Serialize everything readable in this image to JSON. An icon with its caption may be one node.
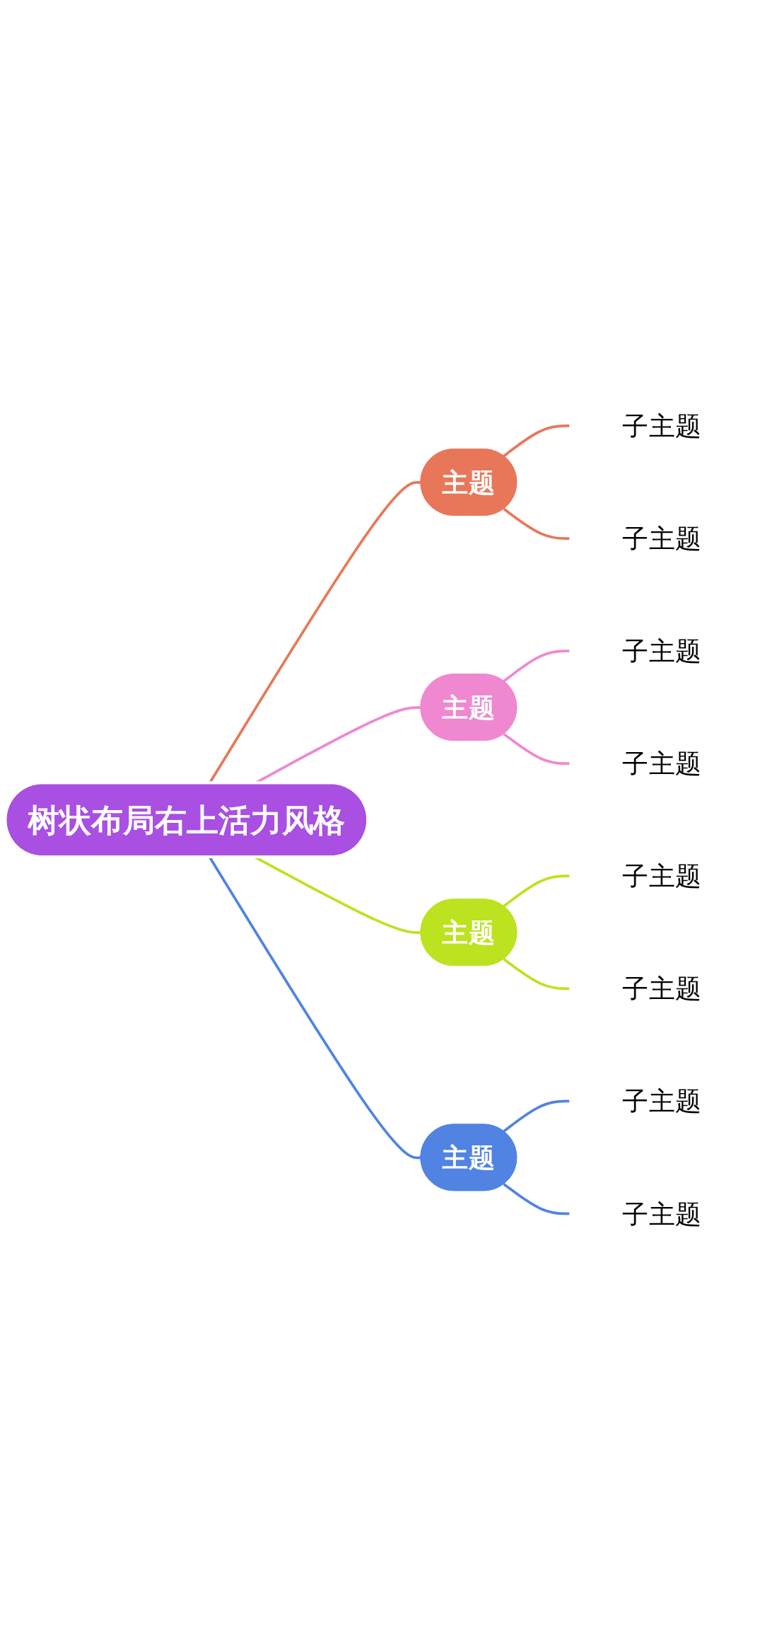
{
  "diagram": {
    "nodes": [
      {
        "text": [
          "子主题"
        ]
      },
      {
        "text": [
          "子主题"
        ]
      },
      {
        "text": [
          "主题"
        ]
      },
      {
        "text": [
          "子主题"
        ]
      },
      {
        "text": [
          "子主题"
        ]
      },
      {
        "text": [
          "主题"
        ]
      },
      {
        "text": [
          "子主题"
        ]
      },
      {
        "text": [
          "子主题"
        ]
      },
      {
        "text": [
          "主题"
        ]
      },
      {
        "text": [
          "子主题"
        ]
      },
      {
        "text": [
          "子主题"
        ]
      },
      {
        "text": [
          "主题"
        ]
      },
      {
        "text": [
          "树状布局右上活力风格"
        ]
      }
    ],
    "edges": [
      {
        "from": 12,
        "to": 2,
        "arrow": "none",
        "color": "#e8775a"
      },
      {
        "from": 12,
        "to": 5,
        "arrow": "none",
        "color": "#ef88d0"
      },
      {
        "from": 12,
        "to": 8,
        "arrow": "none",
        "color": "#bde21f"
      },
      {
        "from": 12,
        "to": 11,
        "arrow": "none",
        "color": "#5183e3"
      },
      {
        "from": 2,
        "to": 0,
        "arrow": "none",
        "color": "#e8775a"
      },
      {
        "from": 2,
        "to": 1,
        "arrow": "none",
        "color": "#e8775a"
      },
      {
        "from": 5,
        "to": 3,
        "arrow": "none",
        "color": "#ef88d0"
      },
      {
        "from": 5,
        "to": 4,
        "arrow": "none",
        "color": "#ef88d0"
      },
      {
        "from": 8,
        "to": 6,
        "arrow": "none",
        "color": "#bde21f"
      },
      {
        "from": 8,
        "to": 7,
        "arrow": "none",
        "color": "#bde21f"
      },
      {
        "from": 11,
        "to": 9,
        "arrow": "none",
        "color": "#5183e3"
      },
      {
        "from": 11,
        "to": 10,
        "arrow": "none",
        "color": "#5183e3"
      }
    ]
  }
}
